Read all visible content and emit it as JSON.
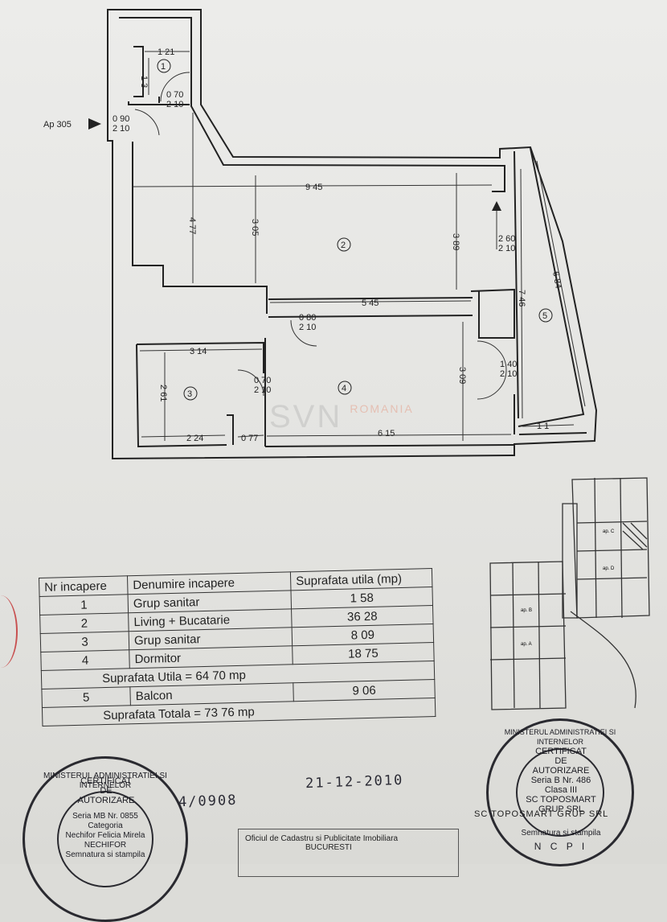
{
  "apartment_label": "Ap 305",
  "dimensions": {
    "wc1_width": "1 21",
    "wc1_height": "1 3",
    "door_wc1": [
      "0 70",
      "2 10"
    ],
    "door_entry": [
      "0 90",
      "2 10"
    ],
    "living_width": "9 45",
    "living_depth_left": "4 77",
    "living_depth_mid": "3 05",
    "living_depth_right": "3 89",
    "living_door": [
      "2 60",
      "2 10"
    ],
    "corridor_width": "5 45",
    "corridor_door": [
      "0 80",
      "2 10"
    ],
    "bath_width": "3 14",
    "bath_depth": "2 61",
    "bath_bottom": "2 24",
    "bath_gap": "0 77",
    "bath_door": [
      "0 70",
      "2 10"
    ],
    "bedroom_width": "6 15",
    "bedroom_depth": "3 09",
    "balcony_door": [
      "1 40",
      "2 10"
    ],
    "balcony_inner": "7 46",
    "balcony_outer": "6 84",
    "balcony_end": "1 1"
  },
  "rooms": [
    "1",
    "2",
    "3",
    "4",
    "5"
  ],
  "watermark": {
    "logo": "SVN",
    "sub": "ROMANIA"
  },
  "table": {
    "headers": [
      "Nr incapere",
      "Denumire incapere",
      "Suprafata utila (mp)"
    ],
    "rows": [
      {
        "nr": "1",
        "name": "Grup sanitar",
        "area": "1 58"
      },
      {
        "nr": "2",
        "name": "Living + Bucatarie",
        "area": "36 28"
      },
      {
        "nr": "3",
        "name": "Grup sanitar",
        "area": "8 09"
      },
      {
        "nr": "4",
        "name": "Dormitor",
        "area": "18 75"
      }
    ],
    "useful_total": "Suprafata Utila = 64 70 mp",
    "balcony": {
      "nr": "5",
      "name": "Balcon",
      "area": "9 06"
    },
    "grand_total": "Suprafata Totala = 73 76 mp"
  },
  "keyplan_labels": [
    "ap. C",
    "ap. D",
    "ap. B",
    "ap. A"
  ],
  "stamp_left": {
    "ring": "MINISTERUL ADMINISTRATIEI SI INTERNELOR",
    "lines": [
      "CERTIFICAT",
      "DE",
      "AUTORIZARE",
      "Seria MB Nr. 0855",
      "Categoria",
      "Nechifor Felicia Mirela",
      "NECHIFOR",
      "Semnatura si stampila"
    ]
  },
  "stamp_right": {
    "ring": "MINISTERUL ADMINISTRATIEI SI INTERNELOR",
    "lines": [
      "CERTIFICAT",
      "DE",
      "AUTORIZARE",
      "Seria B Nr. 486",
      "Clasa III",
      "SC TOPOSMART",
      "GRUP SRL",
      "Semnatura si stampila",
      "N C P I"
    ]
  },
  "handwriting": {
    "number": "4/0908",
    "date": "21-12-2010"
  },
  "company": "SC TOPOSMART GRUP SRL",
  "ocpi": {
    "line1": "Oficiul de Cadastru si Publicitate Imobiliara",
    "line2": "BUCURESTI"
  }
}
